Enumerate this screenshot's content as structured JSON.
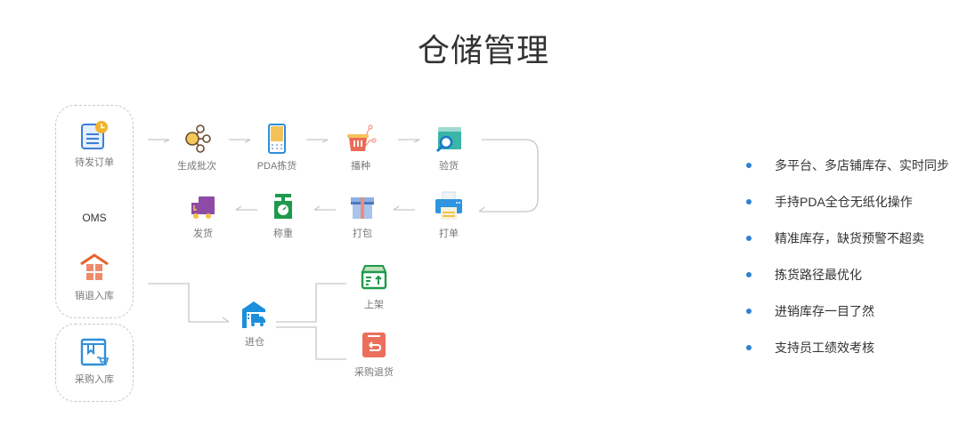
{
  "page": {
    "title": "仓储管理"
  },
  "colors": {
    "bullet": "#2f80d1",
    "connector": "#c6c6c6",
    "group_border": "#c8c8c8"
  },
  "oms_group": {
    "label": "OMS",
    "items": [
      {
        "label": "待发订单",
        "icon": "pending-order-icon"
      },
      {
        "label": "销退入库",
        "icon": "return-warehouse-icon"
      }
    ]
  },
  "purchase_group": {
    "items": [
      {
        "label": "采购入库",
        "icon": "purchase-inbound-icon"
      }
    ]
  },
  "outbound_flow": {
    "row1": [
      {
        "label": "生成批次",
        "icon": "batch-generate-icon"
      },
      {
        "label": "PDA拣货",
        "icon": "pda-picking-icon"
      },
      {
        "label": "播种",
        "icon": "sowing-basket-icon"
      },
      {
        "label": "验货",
        "icon": "inspection-icon"
      }
    ],
    "row2": [
      {
        "label": "打单",
        "icon": "printer-icon"
      },
      {
        "label": "打包",
        "icon": "package-icon"
      },
      {
        "label": "称重",
        "icon": "scale-icon"
      },
      {
        "label": "发货",
        "icon": "delivery-truck-icon"
      }
    ]
  },
  "inbound_flow": {
    "hub": {
      "label": "进仓",
      "icon": "warehouse-truck-icon"
    },
    "branches": [
      {
        "label": "上架",
        "icon": "shelving-icon"
      },
      {
        "label": "采购退货",
        "icon": "purchase-return-icon"
      }
    ]
  },
  "features": [
    "多平台、多店铺库存、实时同步",
    "手持PDA全仓无纸化操作",
    "精准库存，缺货预警不超卖",
    "拣货路径最优化",
    "进销库存一目了然",
    "支持员工绩效考核"
  ]
}
